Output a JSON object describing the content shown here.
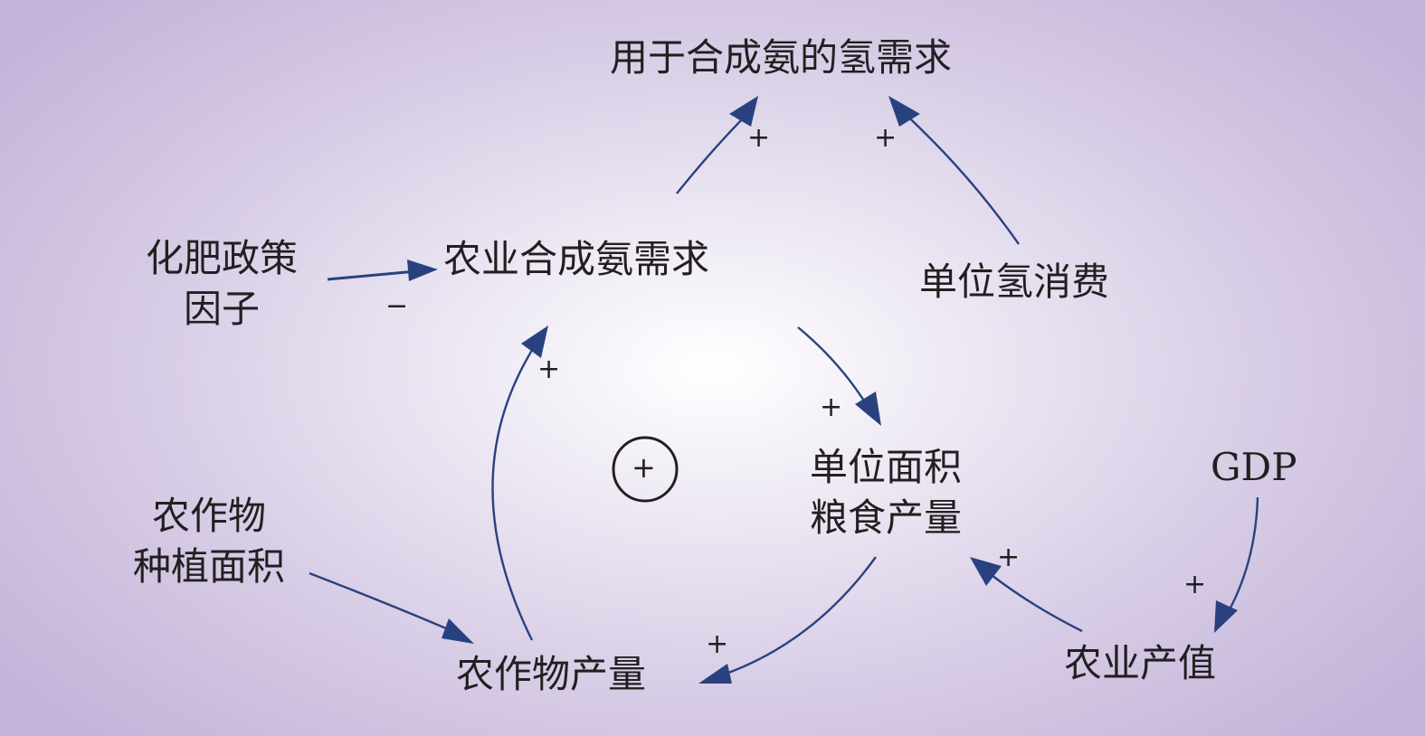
{
  "nodes": {
    "h2_demand_ammonia": "用于合成氨的氢需求",
    "fertilizer_policy_line1": "化肥政策",
    "fertilizer_policy_line2": "因子",
    "agri_ammonia_demand": "农业合成氨需求",
    "unit_h2_consumption": "单位氢消费",
    "grain_yield_line1": "单位面积",
    "grain_yield_line2": "粮食产量",
    "crop_area_line1": "农作物",
    "crop_area_line2": "种植面积",
    "gdp": "GDP",
    "crop_output": "农作物产量",
    "agri_output_value": "农业产值"
  },
  "links": [
    {
      "from": "agri_ammonia_demand",
      "to": "h2_demand_ammonia",
      "polarity": "+"
    },
    {
      "from": "unit_h2_consumption",
      "to": "h2_demand_ammonia",
      "polarity": "+"
    },
    {
      "from": "fertilizer_policy",
      "to": "agri_ammonia_demand",
      "polarity": "−"
    },
    {
      "from": "agri_ammonia_demand",
      "to": "grain_yield",
      "polarity": "+"
    },
    {
      "from": "crop_output",
      "to": "agri_ammonia_demand",
      "polarity": "+"
    },
    {
      "from": "crop_area",
      "to": "crop_output",
      "polarity": ""
    },
    {
      "from": "grain_yield",
      "to": "crop_output",
      "polarity": "+"
    },
    {
      "from": "agri_output_value",
      "to": "grain_yield",
      "polarity": "+"
    },
    {
      "from": "gdp",
      "to": "agri_output_value",
      "polarity": "+"
    }
  ],
  "loop_marker": "+",
  "colors": {
    "arrow": "#29427f",
    "text": "#231f20"
  }
}
